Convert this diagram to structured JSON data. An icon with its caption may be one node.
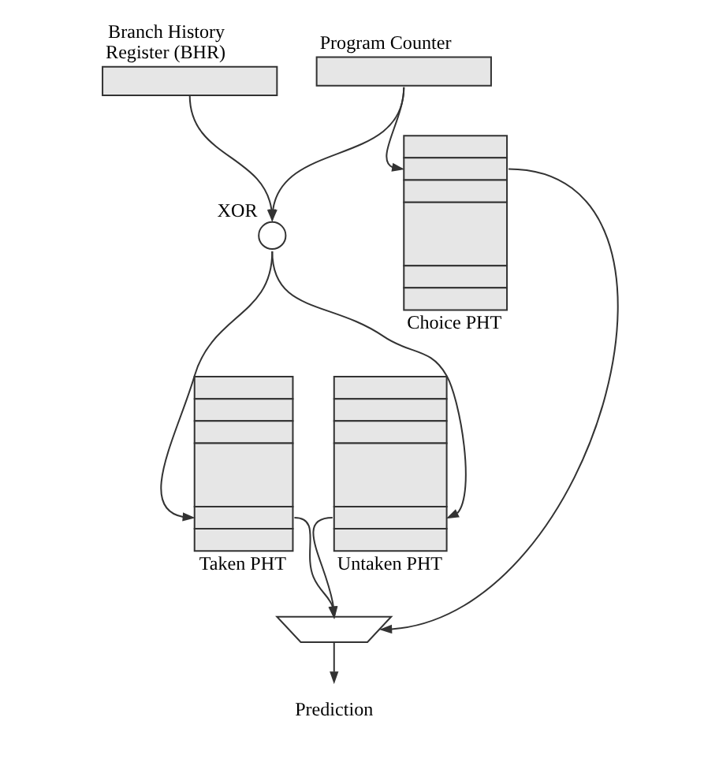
{
  "diagram": {
    "nodes": [
      {
        "text": [
          "Branch History Register (BHR)"
        ]
      },
      {
        "text": [
          "Program Counter"
        ]
      },
      {
        "text": [
          "XOR"
        ]
      },
      {
        "text": [
          "Taken PHT"
        ]
      },
      {
        "text": [
          "Untaken PHT"
        ]
      },
      {
        "text": [
          "Choice PHT"
        ]
      },
      {
        "text": [],
        "shape": "trapezoid"
      },
      {
        "text": [
          "Prediction"
        ]
      }
    ],
    "edges": [
      {
        "from": 0,
        "to": 2,
        "arrow": "to"
      },
      {
        "from": 1,
        "to": 2,
        "arrow": "to"
      },
      {
        "from": 1,
        "to": 5,
        "arrow": "to"
      },
      {
        "from": 2,
        "to": 3,
        "arrow": "to"
      },
      {
        "from": 2,
        "to": 4,
        "arrow": "to"
      },
      {
        "from": 3,
        "to": 6,
        "arrow": "to"
      },
      {
        "from": 4,
        "to": 6,
        "arrow": "to"
      },
      {
        "from": 5,
        "to": 6,
        "arrow": "to"
      },
      {
        "from": 6,
        "to": 7,
        "arrow": "to"
      }
    ]
  }
}
